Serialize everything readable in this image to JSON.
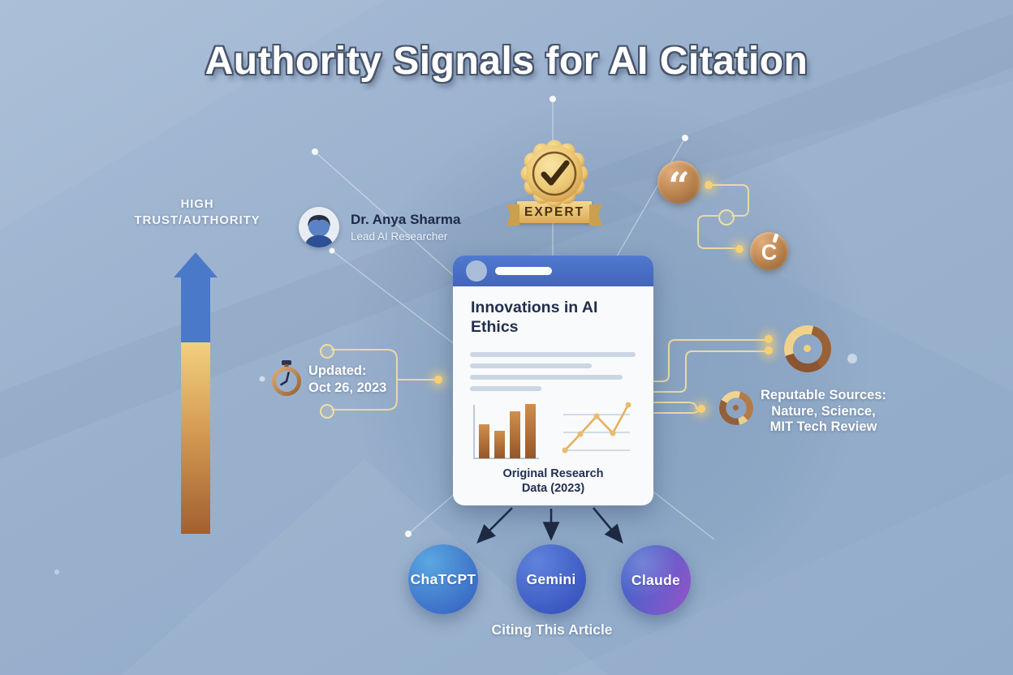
{
  "title": "Authority Signals for AI Citation",
  "trust_scale": {
    "line1": "HIGH",
    "line2": "TRUST/AUTHORITY"
  },
  "author": {
    "name": "Dr. Anya Sharma",
    "role": "Lead AI Researcher"
  },
  "expert_badge": {
    "label": "EXPERT"
  },
  "freshness": {
    "line1": "Updated:",
    "line2": "Oct 26, 2023"
  },
  "article_card": {
    "title_line1": "Innovations in AI",
    "title_line2": "Ethics",
    "caption_line1": "Original Research",
    "caption_line2": "Data (2023)"
  },
  "mini_charts": {
    "bar": {
      "type": "bar",
      "values": [
        42,
        34,
        58,
        67
      ]
    },
    "line": {
      "type": "line",
      "values": [
        10,
        30,
        52,
        31,
        66
      ]
    }
  },
  "reputable_sources": {
    "line1": "Reputable Sources:",
    "line2": "Nature, Science,",
    "line3": "MIT Tech Review"
  },
  "ai_models": [
    {
      "name": "ChaTCPT",
      "color_start": "#5aa7e0",
      "color_end": "#3b6cc6"
    },
    {
      "name": "Gemini",
      "color_start": "#5f83dc",
      "color_end": "#3a55c0"
    },
    {
      "name": "Claude",
      "color_start": "#4a62ca",
      "color_end": "#8e55c9"
    }
  ],
  "citing_label": "Citing This Article",
  "icons": {
    "quote_glyph": "“",
    "citation_glyph": "C"
  },
  "colors": {
    "background": "#9ab1cd",
    "card_header_blue": "#4b70c6",
    "trust_arrow_blue": "#4a79c9",
    "gold_circuit": "#ead9a2",
    "bronze": "#a9713f",
    "ink_navy": "#1d2b4a",
    "text_white": "#ffffff"
  }
}
